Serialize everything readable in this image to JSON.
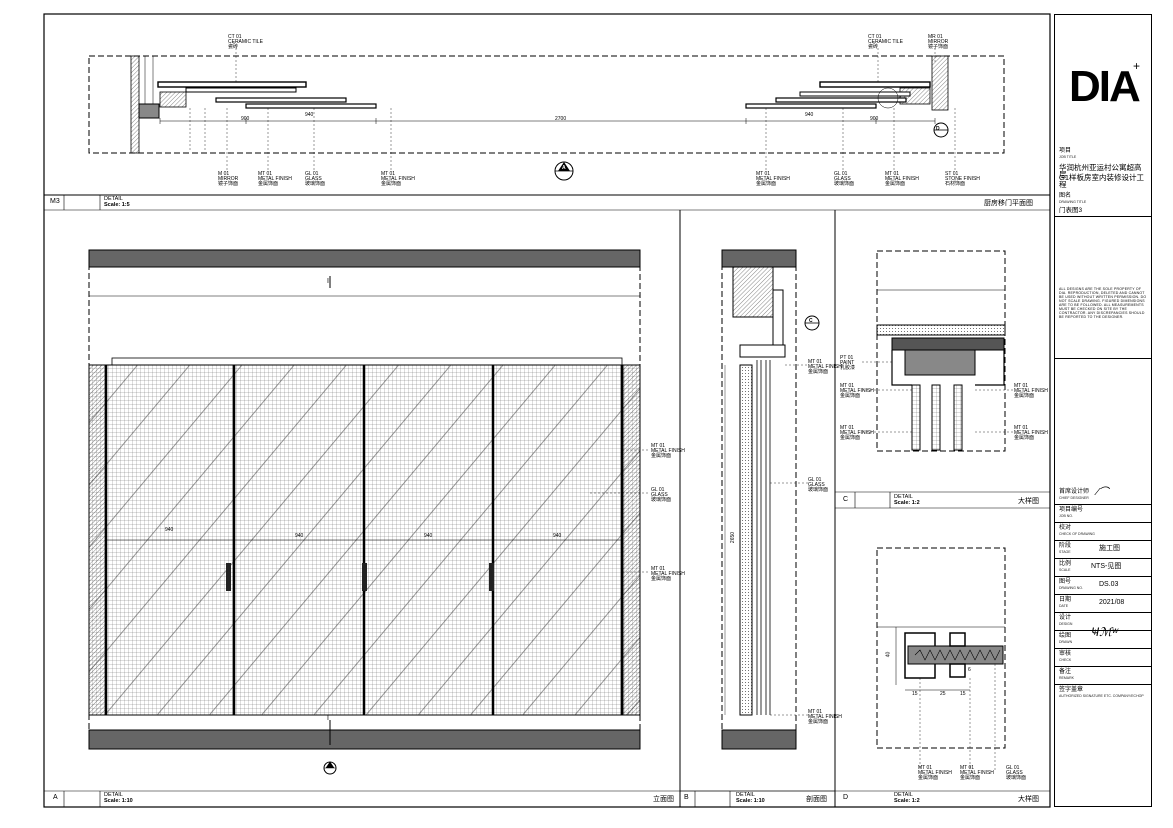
{
  "logo": {
    "text": "DIA",
    "mark": "+"
  },
  "title_block": {
    "project_label": "项目",
    "project_label_en": "JOB TITLE",
    "project_name_1": "华润杭州亚运村公寓超高层",
    "project_name_2": "G1样板房室内装修设计工程",
    "drawing_title_label": "图名",
    "drawing_title_label_en": "DRAWING TITLE",
    "drawing_title": "门表图3",
    "notice": "ALL DESIGNS ARE THE SOLE PROPERTY OF DIA. REPRODUCTION, DELETED AND CANNOT BE USED WITHOUT WRITTEN PERMISSION. DO NOT SCALE DRAWING. FIGURED DIMENSIONS ARE TO BE FOLLOWED. ALL MEASUREMENTS MUST BE CHECKED ON SITE BY THE CONTRACTOR. ANY DISCREPANCIES SHOULD BE REPORTED TO THE DESIGNER.",
    "chief_designer_label": "首席设计师",
    "chief_designer_label_en": "CHIEF DESIGNER",
    "job_no_label": "项目编号",
    "job_no_label_en": "JOB NO.",
    "check_label": "校对",
    "check_label_en": "CHECK OF DRAWING",
    "stage_label": "阶段",
    "stage_label_en": "STAGE",
    "stage_value": "施工图",
    "scale_label": "比例",
    "scale_label_en": "SCALE",
    "scale_value": "NTS-见图",
    "drawing_no_label": "图号",
    "drawing_no_label_en": "DRAWING NO.",
    "drawing_no_value": "DS.03",
    "date_label": "日期",
    "date_label_en": "DATE",
    "date_value": "2021/08",
    "design_label": "设计",
    "design_label_en": "DESIGN",
    "drawn_label": "绘图",
    "drawn_label_en": "DRAWN",
    "review_label": "审核",
    "review_label_en": "CHECK",
    "remark_label": "备注",
    "remark_label_en": "REMARK",
    "sign_label": "签字盖章",
    "sign_label_en": "AUTHORIZED SIGNATURE ETC. COMPANY/ECHOP"
  },
  "panel_m3": {
    "id": "M3",
    "detail_label": "DETAIL",
    "scale_label": "Scale: 1:5",
    "title_cn": "厨房移门平面图",
    "dims": [
      "900",
      "940",
      "2700",
      "940",
      "900"
    ],
    "top_tags": [
      {
        "code": "CT",
        "num": "01",
        "en": "CERAMIC TILE",
        "cn": "瓷砖"
      },
      {
        "code": "CT",
        "num": "01",
        "en": "CERAMIC TILE",
        "cn": "瓷砖"
      },
      {
        "code": "MR",
        "num": "01",
        "en": "MIRROR",
        "cn": "镜子饰面"
      }
    ],
    "bottom_tags": [
      {
        "code": "M",
        "num": "01",
        "en": "MIRROR",
        "cn": "镜子饰面"
      },
      {
        "code": "MT",
        "num": "01",
        "en": "METAL FINISH",
        "cn": "金属饰面"
      },
      {
        "code": "GL",
        "num": "01",
        "en": "GLASS",
        "cn": "玻璃饰面"
      },
      {
        "code": "MT",
        "num": "01",
        "en": "METAL FINISH",
        "cn": "金属饰面"
      },
      {
        "code": "MT",
        "num": "01",
        "en": "METAL FINISH",
        "cn": "金属饰面"
      },
      {
        "code": "GL",
        "num": "01",
        "en": "GLASS",
        "cn": "玻璃饰面"
      },
      {
        "code": "MT",
        "num": "01",
        "en": "METAL FINISH",
        "cn": "金属饰面"
      },
      {
        "code": "ST",
        "num": "01",
        "en": "STONE FINISH",
        "cn": "石材饰面"
      }
    ],
    "section_marker_a": "A",
    "section_marker_d": "D"
  },
  "panel_a": {
    "id": "A",
    "detail_label": "DETAIL",
    "scale_label": "Scale: 1:10",
    "title_cn": "立面图",
    "dims": [
      "940",
      "940",
      "940",
      "940"
    ],
    "tags": [
      {
        "code": "MT",
        "num": "01",
        "en": "METAL FINISH",
        "cn": "金属饰面"
      },
      {
        "code": "GL",
        "num": "01",
        "en": "GLASS",
        "cn": "玻璃饰面"
      },
      {
        "code": "MT",
        "num": "01",
        "en": "METAL FINISH",
        "cn": "金属饰面"
      }
    ],
    "axis_marker": "I"
  },
  "panel_b": {
    "id": "B",
    "detail_label": "DETAIL",
    "scale_label": "Scale: 1:10",
    "title_cn": "剖面图",
    "height_dim": "2650",
    "section_marker_c": "C",
    "tags": [
      {
        "code": "MT",
        "num": "01",
        "en": "METAL FINISH",
        "cn": "金属饰面"
      },
      {
        "code": "GL",
        "num": "01",
        "en": "GLASS",
        "cn": "玻璃饰面"
      },
      {
        "code": "MT",
        "num": "01",
        "en": "METAL FINISH",
        "cn": "金属饰面"
      }
    ]
  },
  "panel_c": {
    "id": "C",
    "detail_label": "DETAIL",
    "scale_label": "Scale: 1:2",
    "title_cn": "大样图",
    "tags_left": [
      {
        "code": "PT",
        "num": "01",
        "en": "PAINT",
        "cn": "乳胶漆"
      },
      {
        "code": "MT",
        "num": "01",
        "en": "METAL FINISH",
        "cn": "金属饰面"
      },
      {
        "code": "MT",
        "num": "01",
        "en": "METAL FINISH",
        "cn": "金属饰面"
      }
    ],
    "tags_right": [
      {
        "code": "MT",
        "num": "01",
        "en": "METAL FINISH",
        "cn": "金属饰面"
      },
      {
        "code": "MT",
        "num": "01",
        "en": "METAL FINISH",
        "cn": "金属饰面"
      }
    ]
  },
  "panel_d": {
    "id": "D",
    "detail_label": "DETAIL",
    "scale_label": "Scale: 1:2",
    "title_cn": "大样图",
    "dims": [
      "40",
      "15",
      "25",
      "15",
      "6"
    ],
    "tags": [
      {
        "code": "MT",
        "num": "01",
        "en": "METAL FINISH",
        "cn": "金属饰面"
      },
      {
        "code": "MT",
        "num": "01",
        "en": "METAL FINISH",
        "cn": "金属饰面"
      },
      {
        "code": "GL",
        "num": "01",
        "en": "GLASS",
        "cn": "玻璃饰面"
      }
    ]
  }
}
